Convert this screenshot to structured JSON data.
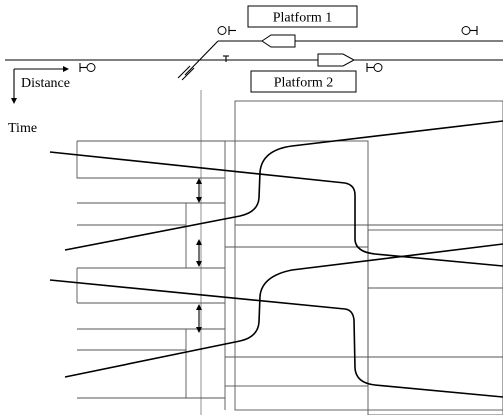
{
  "labels": {
    "platform1": "Platform 1",
    "platform2": "Platform 2",
    "distance": "Distance",
    "time": "Time"
  },
  "colors": {
    "train_path": "#000000",
    "blocking_time": "#555555",
    "background": "#ffffff"
  },
  "icons": {
    "signal": "signal-icon",
    "arrow": "double-arrow-icon",
    "train": "train-icon",
    "buffer": "buffer-stop-icon"
  }
}
